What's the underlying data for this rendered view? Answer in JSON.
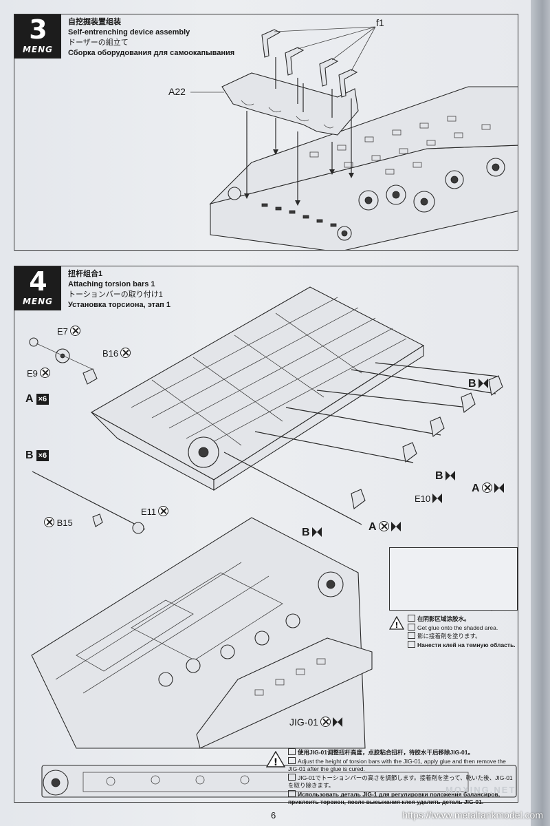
{
  "page": {
    "number": "6"
  },
  "watermark": {
    "url": "https://www.metaltankmodel.com",
    "faint": "MOXING.NET"
  },
  "brand": "MENG",
  "step3": {
    "number": "3",
    "title_zh": "自挖掘装置组装",
    "title_en": "Self-entrenching device assembly",
    "title_ja": "ドーザーの組立て",
    "title_ru": "Сборка оборудования для самоокапывания",
    "labels": {
      "f1": "f1",
      "a22": "A22"
    }
  },
  "step4": {
    "number": "4",
    "title_zh": "扭杆组合1",
    "title_en": "Attaching torsion bars 1",
    "title_ja": "トーションバーの取り付け1",
    "title_ru": "Установка торсиона, этап 1",
    "parts": {
      "e7": "E7",
      "e9": "E9",
      "b16": "B16",
      "b15": "B15",
      "e11": "E11",
      "e10": "E10",
      "a": "A",
      "b": "B",
      "qty_a": "×6",
      "qty_b": "×6",
      "jig": "JIG-01"
    },
    "glue_note": {
      "zh": "在阴影区域涂胶水。",
      "en": "Get glue onto the shaded area.",
      "ja": "影に接着剤を塗ります。",
      "ru": "Нанести клей на темную область."
    },
    "jig_note": {
      "zh": "使用JIG-01调整扭杆高度，点胶粘合扭杆，待胶水干后移除JIG-01。",
      "en": "Adjust the height of torsion bars with the JIG-01, apply glue and then remove the JIG-01 after the glue is cured.",
      "ja": "JIG-01でトーションバーの高さを調節します。接着剤を塗って、乾いた後、JIG-01を取り除きます。",
      "ru": "Использовать деталь JIG-1 для регулировки положения балансиров, приклеить торсион, после высыхания клея удалить деталь JIG-01."
    }
  }
}
